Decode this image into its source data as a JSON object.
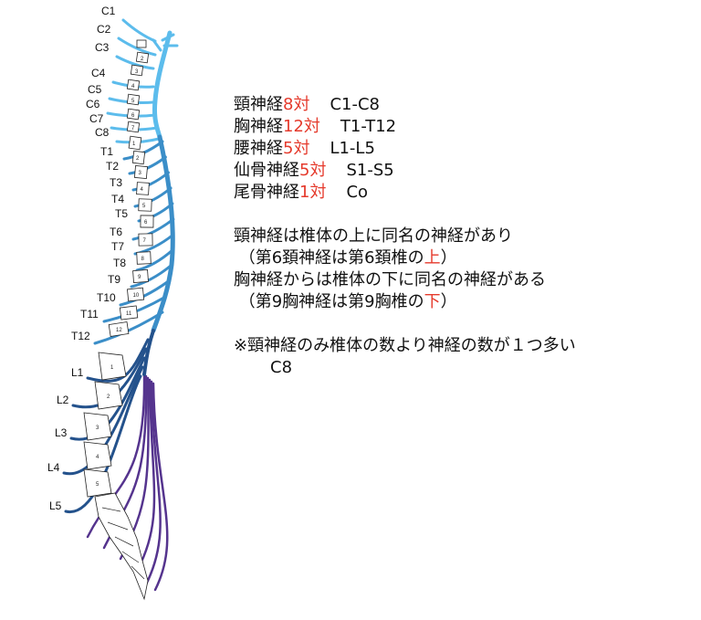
{
  "colors": {
    "cervical": "#5cbcec",
    "thoracic": "#3b8ec8",
    "lumbar": "#24528c",
    "sacral": "#55348e",
    "accent": "#e53a2c"
  },
  "labels": {
    "cervical": [
      "C1",
      "C2",
      "C3",
      "C4",
      "C5",
      "C6",
      "C7",
      "C8"
    ],
    "thoracic": [
      "T1",
      "T2",
      "T3",
      "T4",
      "T5",
      "T6",
      "T7",
      "T8",
      "T9",
      "T10",
      "T11",
      "T12"
    ],
    "lumbar": [
      "L1",
      "L2",
      "L3",
      "L4",
      "L5"
    ]
  },
  "vertebra_numbers": {
    "cervical": [
      "2",
      "3",
      "4",
      "5",
      "6",
      "7"
    ],
    "thoracic": [
      "1",
      "2",
      "3",
      "4",
      "5",
      "6",
      "7",
      "8",
      "9",
      "10",
      "11",
      "12"
    ],
    "lumbar": [
      "1",
      "2",
      "3",
      "4",
      "5"
    ]
  },
  "summary": [
    {
      "pre": "頸神経",
      "count": "8対",
      "range": "C1-C8"
    },
    {
      "pre": "胸神経",
      "count": "12対",
      "range": "T1-T12"
    },
    {
      "pre": "腰神経",
      "count": "5対",
      "range": "L1-L5"
    },
    {
      "pre": "仙骨神経",
      "count": "5対",
      "range": "S1-S5"
    },
    {
      "pre": "尾骨神経",
      "count": "1対",
      "range": "Co"
    }
  ],
  "notes": {
    "cervical_line": "頸神経は椎体の上に同名の神経があり",
    "cervical_example_pre": "（第6頚神経は第6頚椎の",
    "cervical_example_accent": "上",
    "cervical_example_post": "）",
    "thoracic_line": "胸神経からは椎体の下に同名の神経がある",
    "thoracic_example_pre": "（第9胸神経は第9胸椎の",
    "thoracic_example_accent": "下",
    "thoracic_example_post": "）",
    "extra_line": "※頸神経のみ椎体の数より神経の数が１つ多い",
    "extra_sub": "C8"
  }
}
